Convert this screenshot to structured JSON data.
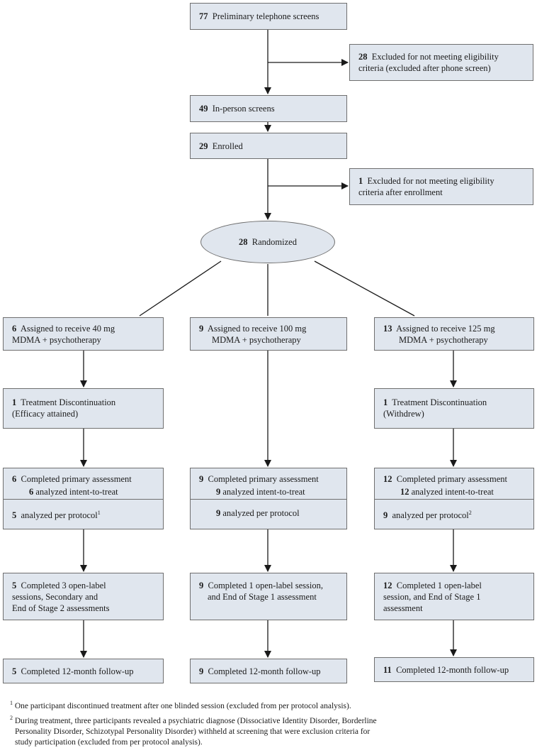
{
  "screens": {
    "n": "77",
    "text": "Preliminary telephone screens"
  },
  "excl_phone": {
    "n": "28",
    "line1": "Excluded for not meeting eligibility",
    "line2": "criteria (excluded after phone screen)"
  },
  "inperson": {
    "n": "49",
    "text": "In-person screens"
  },
  "enrolled": {
    "n": "29",
    "text": "Enrolled"
  },
  "excl_enroll": {
    "n": "1",
    "line1": "Excluded for not meeting eligibility",
    "line2": "criteria after enrollment"
  },
  "randomized": {
    "n": "28",
    "text": "Randomized"
  },
  "arms": [
    {
      "assigned": {
        "n": "6",
        "line1": "Assigned to receive 40 mg",
        "line2": "MDMA + psychotherapy"
      },
      "discontinuation": {
        "n": "1",
        "line1": "Treatment Discontinuation",
        "line2": "(Efficacy attained)"
      },
      "primary": {
        "n": "6",
        "text": "Completed primary assessment",
        "itt_n": "6",
        "itt_text": "analyzed intent-to-treat",
        "pp_n": "5",
        "pp_text": "analyzed per protocol",
        "pp_mark": "1"
      },
      "open_label": {
        "n": "5",
        "line1": "Completed 3 open-label",
        "line2": "sessions, Secondary and",
        "line3": "End of Stage 2 assessments"
      },
      "followup": {
        "n": "5",
        "text": "Completed 12-month follow-up"
      }
    },
    {
      "assigned": {
        "n": "9",
        "line1": "Assigned to receive 100 mg",
        "line2": "MDMA + psychotherapy"
      },
      "primary": {
        "n": "9",
        "text": "Completed primary assessment",
        "itt_n": "9",
        "itt_text": "analyzed intent-to-treat",
        "pp_n": "9",
        "pp_text": "analyzed per protocol",
        "pp_mark": ""
      },
      "open_label": {
        "n": "9",
        "line1": "Completed 1 open-label session,",
        "line2": "and End of Stage 1 assessment"
      },
      "followup": {
        "n": "9",
        "text": "Completed 12-month follow-up"
      }
    },
    {
      "assigned": {
        "n": "13",
        "line1": "Assigned to receive 125 mg",
        "line2": "MDMA + psychotherapy"
      },
      "discontinuation": {
        "n": "1",
        "line1": "Treatment Discontinuation",
        "line2": "(Withdrew)"
      },
      "primary": {
        "n": "12",
        "text": "Completed primary assessment",
        "itt_n": "12",
        "itt_text": "analyzed intent-to-treat",
        "pp_n": "9",
        "pp_text": "analyzed per protocol",
        "pp_mark": "2"
      },
      "open_label": {
        "n": "12",
        "line1": "Completed 1 open-label",
        "line2": "session, and End of Stage 1",
        "line3": "assessment"
      },
      "followup": {
        "n": "11",
        "text": "Completed 12-month follow-up"
      }
    }
  ],
  "footnotes": [
    {
      "mark": "1",
      "lines": [
        "One participant discontinued treatment after one blinded session (excluded from per protocol analysis)."
      ]
    },
    {
      "mark": "2",
      "lines": [
        "During treatment, three participants revealed a psychiatric diagnose (Dissociative Identity Disorder, Borderline",
        "Personality Disorder, Schizotypal Personality Disorder) withheld at screening that were exclusion criteria for",
        "study participation (excluded from per protocol analysis)."
      ]
    }
  ]
}
